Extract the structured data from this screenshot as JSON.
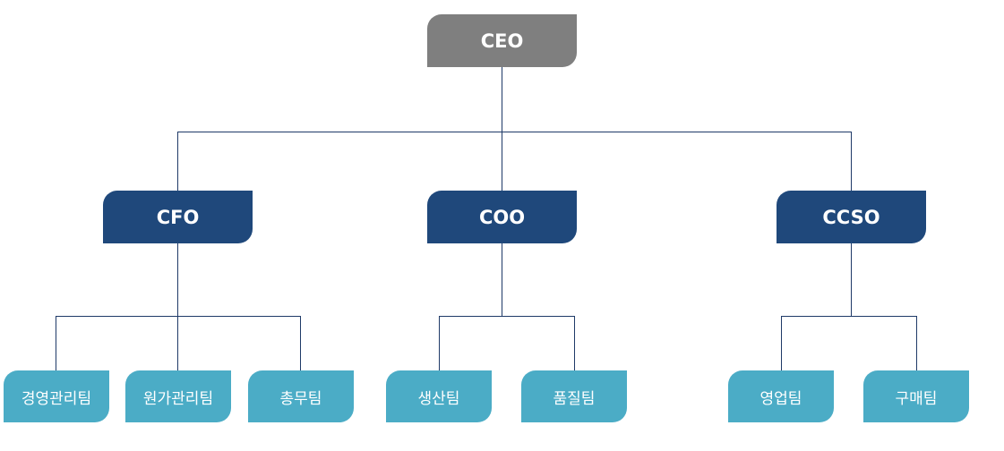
{
  "org_chart": {
    "top": {
      "label": "CEO",
      "color": "#7f7f7f"
    },
    "executives": [
      {
        "label": "CFO",
        "color": "#1f487b"
      },
      {
        "label": "COO",
        "color": "#1f487b"
      },
      {
        "label": "CCSO",
        "color": "#1f487b"
      }
    ],
    "teams": [
      {
        "label": "경영관리팀",
        "parent": "CFO"
      },
      {
        "label": "원가관리팀",
        "parent": "CFO"
      },
      {
        "label": "총무팀",
        "parent": "CFO"
      },
      {
        "label": "생산팀",
        "parent": "COO"
      },
      {
        "label": "품질팀",
        "parent": "COO"
      },
      {
        "label": "영업팀",
        "parent": "CCSO"
      },
      {
        "label": "구매팀",
        "parent": "CCSO"
      }
    ],
    "colors": {
      "top": "#7f7f7f",
      "executive": "#1f487b",
      "team": "#4bacc6",
      "connector": "#1f3a68"
    }
  }
}
